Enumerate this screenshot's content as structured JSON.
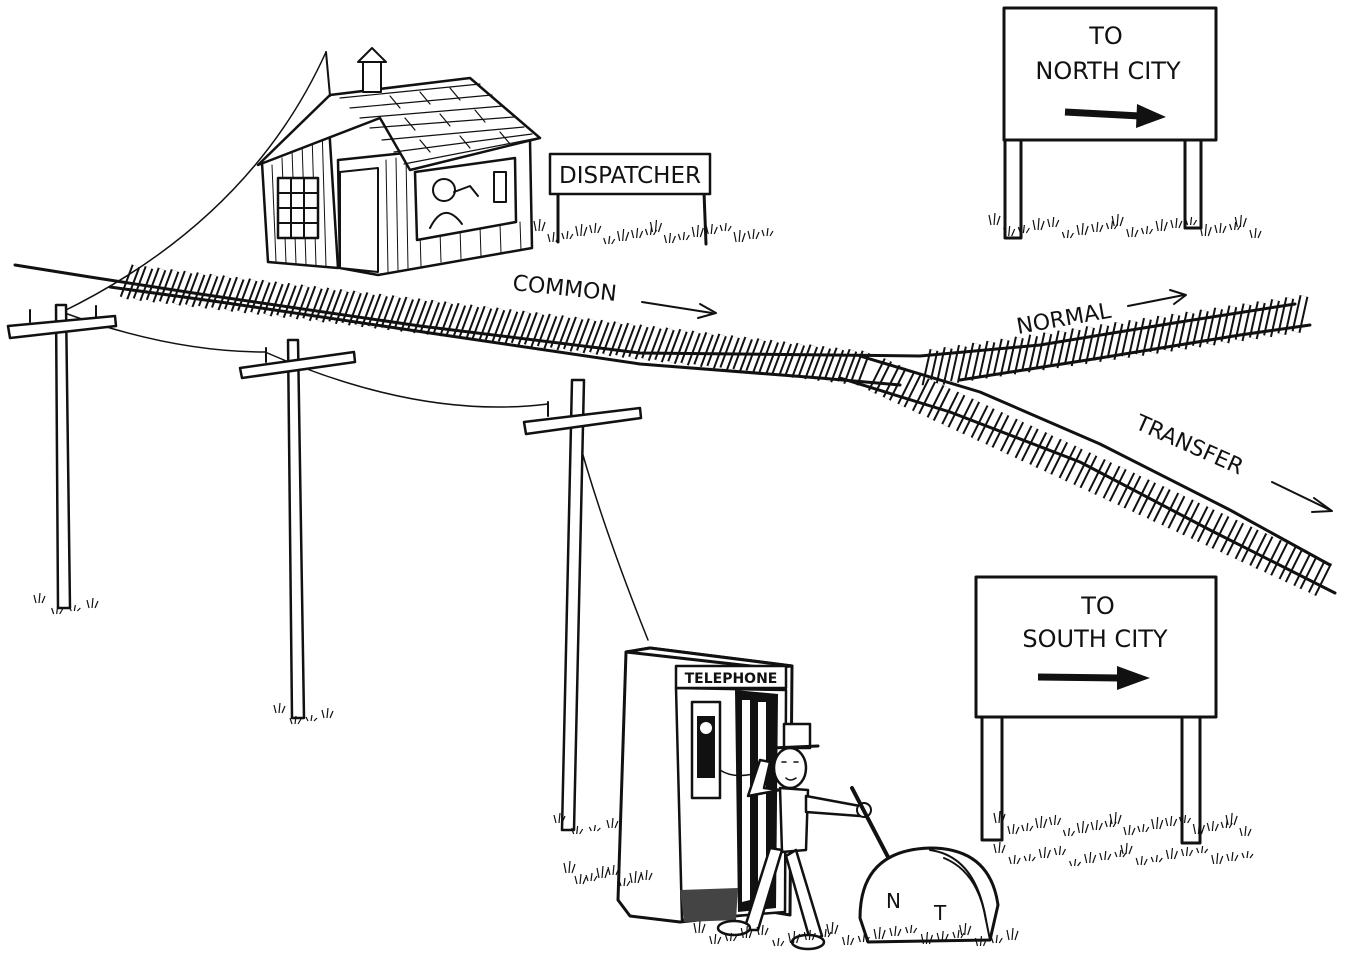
{
  "signs": {
    "dispatcher": "DISPATCHER",
    "north_line1": "TO",
    "north_line2": "NORTH CITY",
    "south_line1": "TO",
    "south_line2": "SOUTH CITY",
    "telephone": "TELEPHONE"
  },
  "track_labels": {
    "common": "COMMON",
    "normal": "NORMAL",
    "transfer": "TRANSFER"
  },
  "switch_lever": {
    "n": "N",
    "t": "T"
  }
}
